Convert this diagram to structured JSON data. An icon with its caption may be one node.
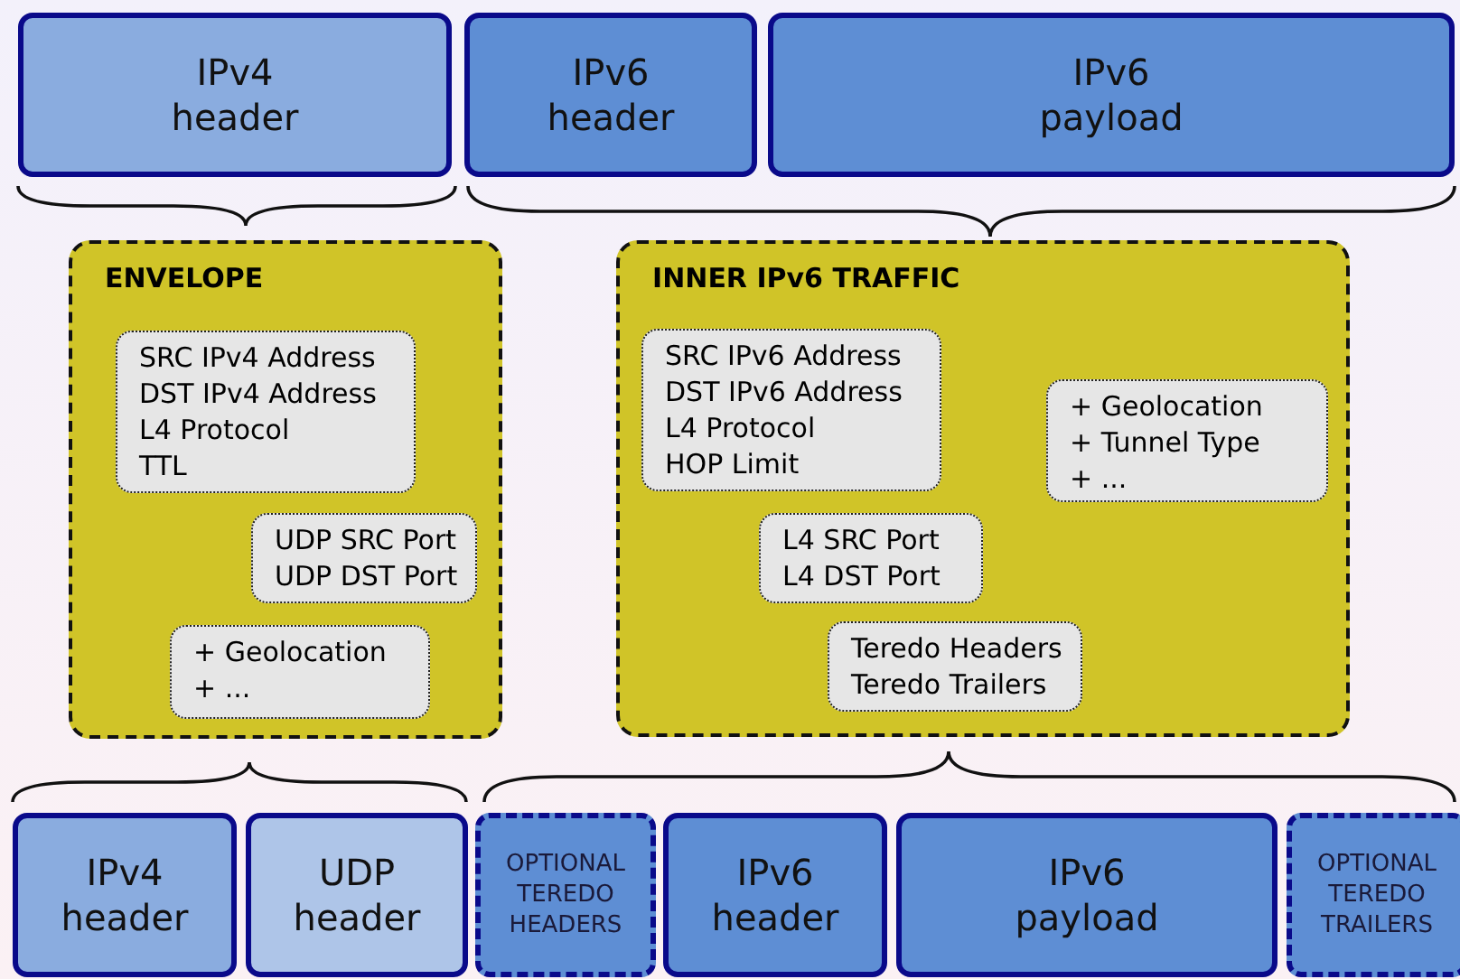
{
  "diagram": {
    "nodes": [
      {
        "text": [
          "IPv4 header"
        ]
      },
      {
        "text": [
          "IPv6 header"
        ]
      },
      {
        "text": [
          "IPv6 payload"
        ]
      },
      {
        "text": [
          "ENVELOPE"
        ]
      },
      {
        "text": [
          "SRC IPv4 Address",
          "DST IPv4 Address",
          "L4 Protocol",
          "TTL"
        ],
        "in": 3
      },
      {
        "text": [
          "UDP SRC Port",
          "UDP DST Port"
        ],
        "in": 3
      },
      {
        "text": [
          "+ Geolocation",
          "+ ..."
        ],
        "in": 3
      },
      {
        "text": [
          "INNER IPv6 TRAFFIC"
        ]
      },
      {
        "text": [
          "SRC IPv6 Address",
          "DST IPv6 Address",
          "L4 Protocol",
          "HOP Limit"
        ],
        "in": 7
      },
      {
        "text": [
          "+ Geolocation",
          "+ Tunnel Type",
          "+ ..."
        ],
        "in": 7
      },
      {
        "text": [
          "L4 SRC Port",
          "L4 DST Port"
        ],
        "in": 7
      },
      {
        "text": [
          "Teredo Headers",
          "Teredo Trailers"
        ],
        "in": 7
      },
      {
        "text": [
          "IPv4 header"
        ]
      },
      {
        "text": [
          "UDP header"
        ]
      },
      {
        "text": [
          "OPTIONAL TEREDO HEADERS"
        ]
      },
      {
        "text": [
          "IPv6 header"
        ]
      },
      {
        "text": [
          "IPv6 payload"
        ]
      },
      {
        "text": [
          "OPTIONAL TEREDO TRAILERS"
        ]
      }
    ]
  }
}
